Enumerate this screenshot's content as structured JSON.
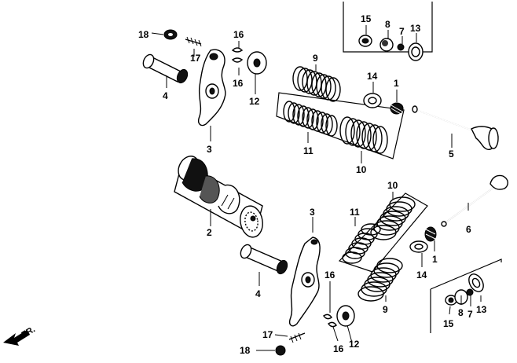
{
  "direction_label": "FR.",
  "callouts": {
    "upper": [
      {
        "id": "c18a",
        "text": "18"
      },
      {
        "id": "c17a",
        "text": "17"
      },
      {
        "id": "c16a",
        "text": "16"
      },
      {
        "id": "c16b",
        "text": "16"
      },
      {
        "id": "c4a",
        "text": "4"
      },
      {
        "id": "c3a",
        "text": "3"
      },
      {
        "id": "c12a",
        "text": "12"
      },
      {
        "id": "c9a",
        "text": "9"
      },
      {
        "id": "c11a",
        "text": "11"
      },
      {
        "id": "c10a",
        "text": "10"
      },
      {
        "id": "c14a",
        "text": "14"
      },
      {
        "id": "c1a",
        "text": "1"
      },
      {
        "id": "c5",
        "text": "5"
      },
      {
        "id": "c15a",
        "text": "15"
      },
      {
        "id": "c8a",
        "text": "8"
      },
      {
        "id": "c7a",
        "text": "7"
      },
      {
        "id": "c13a",
        "text": "13"
      }
    ],
    "lower": [
      {
        "id": "c2",
        "text": "2"
      },
      {
        "id": "c3b",
        "text": "3"
      },
      {
        "id": "c10b",
        "text": "10"
      },
      {
        "id": "c11b",
        "text": "11"
      },
      {
        "id": "c6",
        "text": "6"
      },
      {
        "id": "c1b",
        "text": "1"
      },
      {
        "id": "c14b",
        "text": "14"
      },
      {
        "id": "c4b",
        "text": "4"
      },
      {
        "id": "c16c",
        "text": "16"
      },
      {
        "id": "c9b",
        "text": "9"
      },
      {
        "id": "c17b",
        "text": "17"
      },
      {
        "id": "c16d",
        "text": "16"
      },
      {
        "id": "c12b",
        "text": "12"
      },
      {
        "id": "c18b",
        "text": "18"
      },
      {
        "id": "c15b",
        "text": "15"
      },
      {
        "id": "c8b",
        "text": "8"
      },
      {
        "id": "c7b",
        "text": "7"
      },
      {
        "id": "c13b",
        "text": "13"
      }
    ]
  }
}
